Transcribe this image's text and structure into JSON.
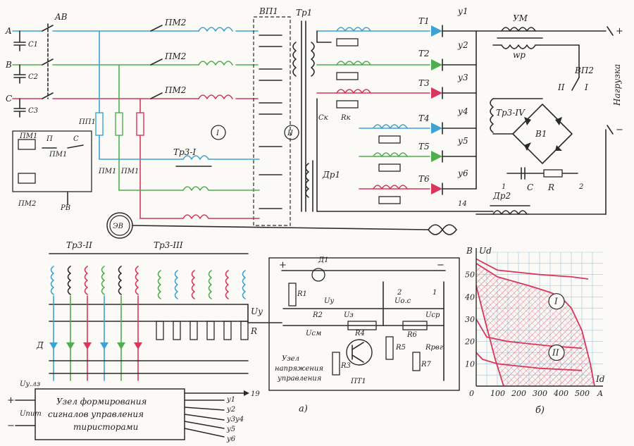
{
  "colors": {
    "phase_a": "#3ea2d4",
    "phase_b": "#4fae4f",
    "phase_c": "#d8365a",
    "wire": "#2a2a2a",
    "hatch": "#d8365a"
  },
  "labels": {
    "A": "A",
    "B": "B",
    "C": "C",
    "C1": "C1",
    "C2": "C2",
    "C3": "C3",
    "AV": "AB",
    "PM2_1": "ПМ2",
    "PM2_2": "ПМ2",
    "PM2_3": "ПМ2",
    "VP1": "ВП1",
    "TR1": "Тр1",
    "T1": "Т1",
    "T2": "Т2",
    "T3": "Т3",
    "T4": "Т4",
    "T5": "Т5",
    "T6": "Т6",
    "Y1": "у1",
    "Y2": "у2",
    "Y3": "у3",
    "Y4": "у4",
    "Y5": "у5",
    "Y6": "у6",
    "UM": "УМ",
    "WR": "wр",
    "VP2": "ВП2",
    "II_sw": "II",
    "I_sw": "I",
    "TR3_IV": "Тр3-IV",
    "V1": "В1",
    "PLUS": "+",
    "MINUS": "−",
    "NAGRUZKA": "Нагрузка",
    "CK": "Cк",
    "RK": "Rк",
    "PP1": "ПП1",
    "PM1": "ПМ1",
    "P": "П",
    "S": "С",
    "PM1b": "ПМ1",
    "PM2_ctrl": "ПМ2",
    "RV": "РВ",
    "PM1_c1": "ПМ1",
    "PM1_c2": "ПМ1",
    "TR3_I": "Тр3-I",
    "ROMAN_I": "I",
    "ROMAN_II": "II",
    "DR1": "Др1",
    "DR2": "Др2",
    "N14": "14",
    "C_bottom": "C",
    "R_bottom": "R",
    "N1": "1",
    "N2": "2",
    "EV": "ЭВ",
    "TR3_II": "Тр3-II",
    "TR3_III": "Тр3-III",
    "D": "Д",
    "UY": "Uу",
    "R_bank": "R",
    "U_YLZ": "Uу.лз",
    "U_PIT": "Uпит",
    "BLOCK_TEXT": [
      "Узел формирования",
      "сигналов управления",
      "тиристорами"
    ],
    "N19": "19",
    "OUT1": "у1",
    "OUT2": "у2",
    "OUT3": "у3",
    "OUT4": "у4",
    "OUT5": "у5",
    "OUT6": "у6",
    "A_SUB": "а)",
    "B_SUB": "б)",
    "D1": "Д1",
    "R1": "R1",
    "R2": "R2",
    "R3": "R3",
    "R4": "R4",
    "R5": "R5",
    "R6": "R6",
    "R7": "R7",
    "U3": "Uз",
    "UY2": "Uу",
    "UCM": "Uсм",
    "UOC": "Uо.с",
    "UCP": "Uср",
    "RPVG": "Rрвг",
    "PT1": "ПТ1",
    "UZEL_TEXT": [
      "Узел",
      "напряжения",
      "управления"
    ],
    "C2N": "2",
    "C1N": "1",
    "Y_AXIS_V": "B",
    "Y_AXIS_U": "Ud",
    "X_AXIS_I": "Id",
    "X_AXIS_A": "A",
    "REGION_I": "I",
    "REGION_II": "II"
  },
  "chart_data": {
    "type": "area",
    "xlabel": "Id",
    "ylabel": "Ud",
    "x_unit": "A",
    "y_unit": "B",
    "xlim": [
      0,
      600
    ],
    "ylim": [
      0,
      60
    ],
    "x_ticks": [
      0,
      100,
      200,
      300,
      400,
      500
    ],
    "y_ticks": [
      10,
      20,
      30,
      40,
      50
    ],
    "grid": true,
    "regions": [
      {
        "name": "I",
        "label_at": [
          380,
          38
        ]
      },
      {
        "name": "II",
        "label_at": [
          380,
          15
        ]
      }
    ],
    "series": [
      {
        "values_xy": [
          [
            0,
            57
          ],
          [
            100,
            52
          ],
          [
            300,
            50
          ],
          [
            450,
            49
          ],
          [
            530,
            48
          ]
        ]
      },
      {
        "values_xy": [
          [
            0,
            55
          ],
          [
            100,
            49
          ],
          [
            250,
            45
          ],
          [
            350,
            42
          ],
          [
            400,
            40
          ],
          [
            450,
            35
          ],
          [
            500,
            25
          ],
          [
            540,
            10
          ],
          [
            560,
            0
          ]
        ]
      },
      {
        "values_xy": [
          [
            0,
            30
          ],
          [
            50,
            22
          ],
          [
            150,
            20
          ],
          [
            350,
            18
          ],
          [
            500,
            17
          ]
        ]
      },
      {
        "values_xy": [
          [
            0,
            15
          ],
          [
            30,
            12
          ],
          [
            100,
            10
          ],
          [
            300,
            8
          ],
          [
            500,
            7
          ]
        ]
      },
      {
        "values_xy": [
          [
            0,
            45
          ],
          [
            40,
            30
          ],
          [
            90,
            12
          ],
          [
            130,
            0
          ]
        ]
      }
    ]
  }
}
